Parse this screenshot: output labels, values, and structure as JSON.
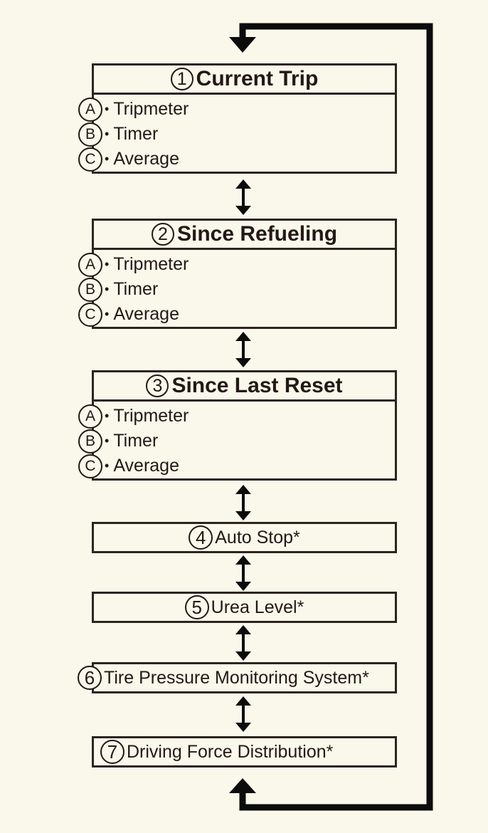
{
  "panels": [
    {
      "number": "1",
      "title": "Current Trip",
      "items": [
        {
          "letter": "A",
          "label": "Tripmeter"
        },
        {
          "letter": "B",
          "label": "Timer"
        },
        {
          "letter": "C",
          "label": "Average"
        }
      ]
    },
    {
      "number": "2",
      "title": "Since Refueling",
      "items": [
        {
          "letter": "A",
          "label": "Tripmeter"
        },
        {
          "letter": "B",
          "label": "Timer"
        },
        {
          "letter": "C",
          "label": "Average"
        }
      ]
    },
    {
      "number": "3",
      "title": "Since Last Reset",
      "items": [
        {
          "letter": "A",
          "label": "Tripmeter"
        },
        {
          "letter": "B",
          "label": "Timer"
        },
        {
          "letter": "C",
          "label": "Average"
        }
      ]
    }
  ],
  "screens": [
    {
      "number": "4",
      "label": "Auto Stop*"
    },
    {
      "number": "5",
      "label": "Urea Level*"
    },
    {
      "number": "6",
      "label": "Tire Pressure Monitoring System*"
    },
    {
      "number": "7",
      "label": "Driving Force Distribution*"
    }
  ],
  "bullet": "•",
  "colors": {
    "background": "#faf7eb",
    "line": "#231815"
  }
}
